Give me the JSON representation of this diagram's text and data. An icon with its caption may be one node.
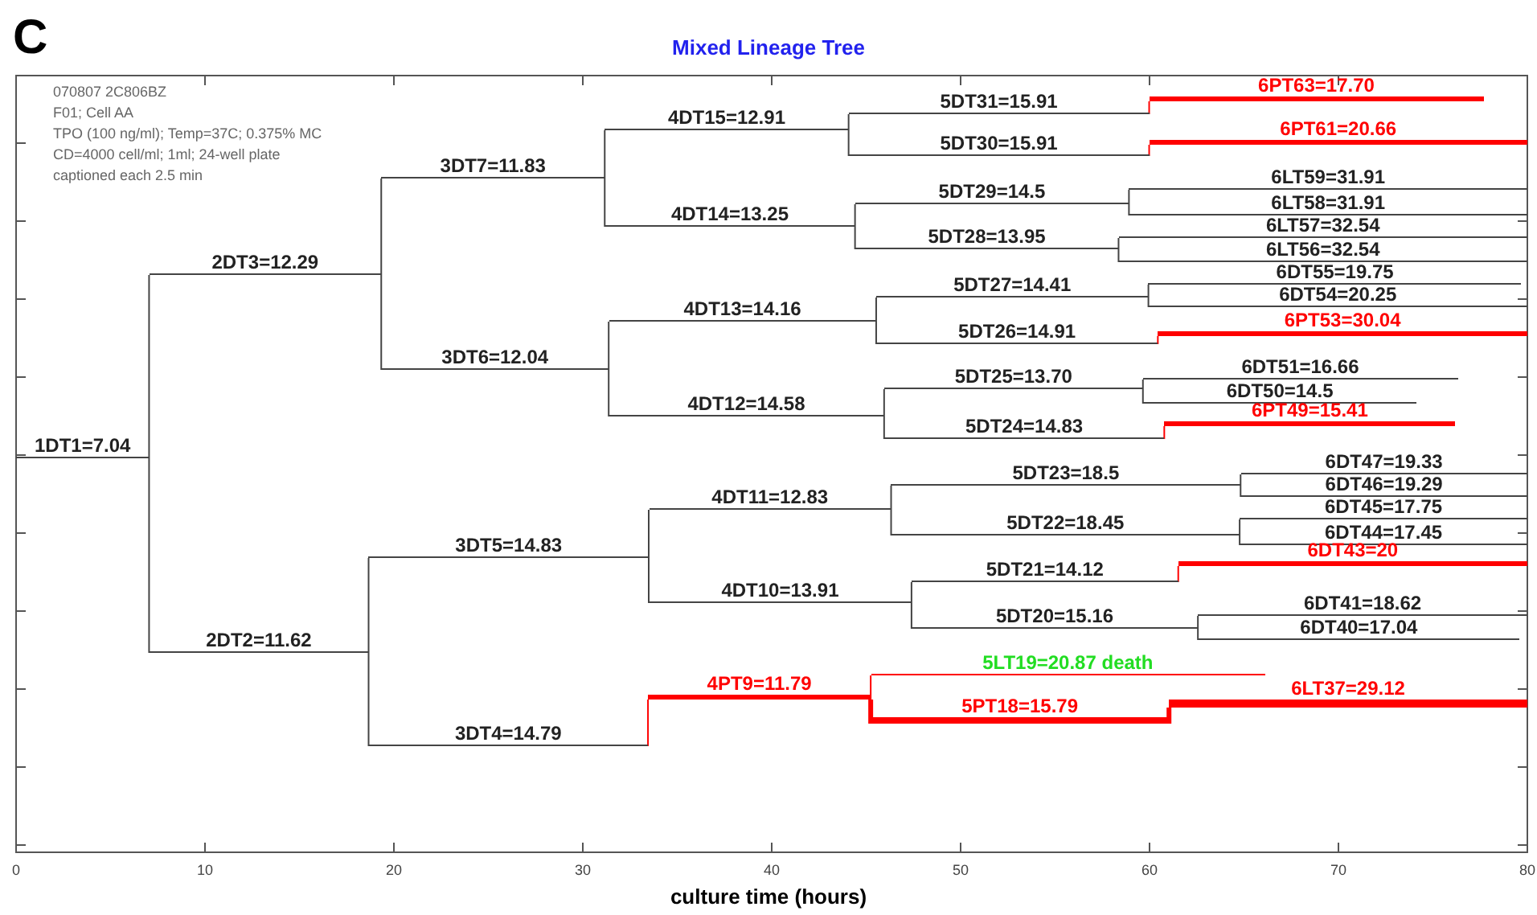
{
  "diagram": {
    "title": "Mixed Lineage Tree",
    "nodes": [
      {
        "text": [
          "1DT1=7.04"
        ]
      },
      {
        "text": [
          "2DT3=12.29"
        ]
      },
      {
        "text": [
          "3DT7=11.83"
        ]
      },
      {
        "text": [
          "4DT15=12.91"
        ]
      },
      {
        "text": [
          "5DT31=15.91"
        ]
      },
      {
        "text": [
          "6PT63=17.70"
        ]
      },
      {
        "text": [
          "5DT30=15.91"
        ]
      },
      {
        "text": [
          "6PT61=20.66"
        ]
      },
      {
        "text": [
          "4DT14=13.25"
        ]
      },
      {
        "text": [
          "5DT29=14.5"
        ]
      },
      {
        "text": [
          "6LT59=31.91"
        ]
      },
      {
        "text": [
          "6LT58=31.91"
        ]
      },
      {
        "text": [
          "5DT28=13.95"
        ]
      },
      {
        "text": [
          "6LT57=32.54"
        ]
      },
      {
        "text": [
          "6LT56=32.54"
        ]
      },
      {
        "text": [
          "3DT6=12.04"
        ]
      },
      {
        "text": [
          "4DT13=14.16"
        ]
      },
      {
        "text": [
          "5DT27=14.41"
        ]
      },
      {
        "text": [
          "6DT55=19.75"
        ]
      },
      {
        "text": [
          "6DT54=20.25"
        ]
      },
      {
        "text": [
          "5DT26=14.91"
        ]
      },
      {
        "text": [
          "6PT53=30.04"
        ]
      },
      {
        "text": [
          "4DT12=14.58"
        ]
      },
      {
        "text": [
          "5DT25=13.70"
        ]
      },
      {
        "text": [
          "6DT51=16.66"
        ]
      },
      {
        "text": [
          "6DT50=14.5"
        ]
      },
      {
        "text": [
          "5DT24=14.83"
        ]
      },
      {
        "text": [
          "6PT49=15.41"
        ]
      },
      {
        "text": [
          "2DT2=11.62"
        ]
      },
      {
        "text": [
          "3DT5=14.83"
        ]
      },
      {
        "text": [
          "4DT11=12.83"
        ]
      },
      {
        "text": [
          "5DT23=18.5"
        ]
      },
      {
        "text": [
          "6DT47=19.33"
        ]
      },
      {
        "text": [
          "6DT46=19.29"
        ]
      },
      {
        "text": [
          "5DT22=18.45"
        ]
      },
      {
        "text": [
          "6DT45=17.75"
        ]
      },
      {
        "text": [
          "6DT44=17.45"
        ]
      },
      {
        "text": [
          "4DT10=13.91"
        ]
      },
      {
        "text": [
          "5DT21=14.12"
        ]
      },
      {
        "text": [
          "6DT43=20"
        ]
      },
      {
        "text": [
          "5DT20=15.16"
        ]
      },
      {
        "text": [
          "6DT41=18.62"
        ]
      },
      {
        "text": [
          "6DT40=17.04"
        ]
      },
      {
        "text": [
          "3DT4=14.79"
        ]
      },
      {
        "text": [
          "4PT9=11.79"
        ]
      },
      {
        "text": [
          "5LT19=20.87 death"
        ]
      },
      {
        "text": [
          "5PT18=15.79"
        ]
      },
      {
        "text": [
          "6LT37=29.12"
        ]
      }
    ],
    "edges": [
      {
        "from": 0,
        "to": 1,
        "arrow": "none"
      },
      {
        "from": 1,
        "to": 2,
        "arrow": "none"
      },
      {
        "from": 2,
        "to": 3,
        "arrow": "none"
      },
      {
        "from": 3,
        "to": 4,
        "arrow": "none"
      },
      {
        "from": 4,
        "to": 5,
        "arrow": "none",
        "color": "#ff0000"
      },
      {
        "from": 3,
        "to": 6,
        "arrow": "none"
      },
      {
        "from": 6,
        "to": 7,
        "arrow": "none",
        "color": "#ff0000"
      },
      {
        "from": 2,
        "to": 8,
        "arrow": "none"
      },
      {
        "from": 8,
        "to": 9,
        "arrow": "none"
      },
      {
        "from": 9,
        "to": 10,
        "arrow": "none"
      },
      {
        "from": 9,
        "to": 11,
        "arrow": "none"
      },
      {
        "from": 8,
        "to": 12,
        "arrow": "none"
      },
      {
        "from": 12,
        "to": 13,
        "arrow": "none"
      },
      {
        "from": 12,
        "to": 14,
        "arrow": "none"
      },
      {
        "from": 1,
        "to": 15,
        "arrow": "none"
      },
      {
        "from": 15,
        "to": 16,
        "arrow": "none"
      },
      {
        "from": 16,
        "to": 17,
        "arrow": "none"
      },
      {
        "from": 17,
        "to": 18,
        "arrow": "none"
      },
      {
        "from": 17,
        "to": 19,
        "arrow": "none"
      },
      {
        "from": 16,
        "to": 20,
        "arrow": "none"
      },
      {
        "from": 20,
        "to": 21,
        "arrow": "none",
        "color": "#ff0000"
      },
      {
        "from": 15,
        "to": 22,
        "arrow": "none"
      },
      {
        "from": 22,
        "to": 23,
        "arrow": "none"
      },
      {
        "from": 23,
        "to": 24,
        "arrow": "none"
      },
      {
        "from": 23,
        "to": 25,
        "arrow": "none"
      },
      {
        "from": 22,
        "to": 26,
        "arrow": "none"
      },
      {
        "from": 26,
        "to": 27,
        "arrow": "none",
        "color": "#ff0000"
      },
      {
        "from": 0,
        "to": 28,
        "arrow": "none"
      },
      {
        "from": 28,
        "to": 29,
        "arrow": "none"
      },
      {
        "from": 29,
        "to": 30,
        "arrow": "none"
      },
      {
        "from": 30,
        "to": 31,
        "arrow": "none"
      },
      {
        "from": 31,
        "to": 32,
        "arrow": "none"
      },
      {
        "from": 31,
        "to": 33,
        "arrow": "none"
      },
      {
        "from": 30,
        "to": 34,
        "arrow": "none"
      },
      {
        "from": 34,
        "to": 35,
        "arrow": "none"
      },
      {
        "from": 34,
        "to": 36,
        "arrow": "none"
      },
      {
        "from": 29,
        "to": 37,
        "arrow": "none"
      },
      {
        "from": 37,
        "to": 38,
        "arrow": "none"
      },
      {
        "from": 38,
        "to": 39,
        "arrow": "none",
        "color": "#ff0000"
      },
      {
        "from": 37,
        "to": 40,
        "arrow": "none"
      },
      {
        "from": 40,
        "to": 41,
        "arrow": "none"
      },
      {
        "from": 40,
        "to": 42,
        "arrow": "none"
      },
      {
        "from": 28,
        "to": 43,
        "arrow": "none"
      },
      {
        "from": 43,
        "to": 44,
        "arrow": "none",
        "color": "#ff0000"
      },
      {
        "from": 44,
        "to": 45,
        "arrow": "none",
        "color": "#ff0000"
      },
      {
        "from": 44,
        "to": 46,
        "arrow": "none",
        "style": "thick",
        "color": "#ff0000"
      },
      {
        "from": 46,
        "to": 47,
        "arrow": "none",
        "style": "thick",
        "color": "#ff0000"
      }
    ],
    "labels": [
      "C",
      "070807 2C806BZ",
      "F01; Cell AA",
      "TPO (100 ng/ml); Temp=37C; 0.375% MC",
      "CD=4000 cell/ml; 1ml; 24-well plate",
      "captioned each 2.5 min",
      "0",
      "10",
      "20",
      "30",
      "40",
      "50",
      "60",
      "70",
      "80",
      "culture time (hours)"
    ]
  }
}
